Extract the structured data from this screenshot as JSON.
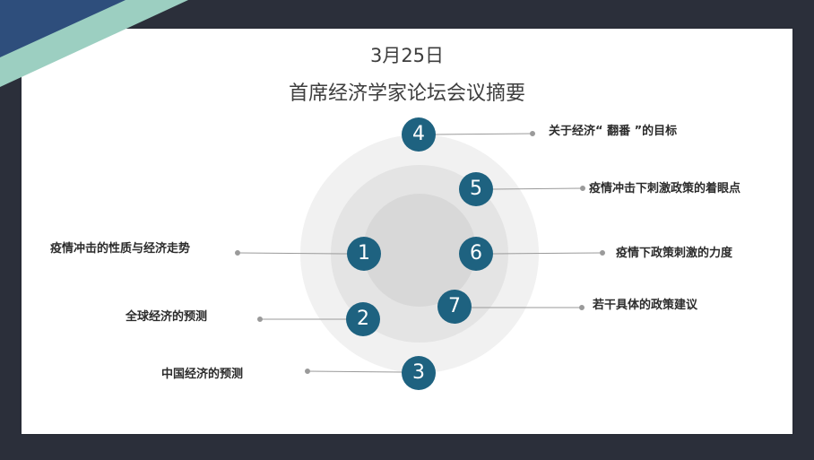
{
  "slide": {
    "date_title": "3月25日",
    "main_title": "首席经济学家论坛会议摘要"
  },
  "colors": {
    "background": "#2b2f3a",
    "accent_blue": "#1e6280",
    "stripe_navy": "#2e4e7c",
    "stripe_mint": "#9ccfc1"
  },
  "items": [
    {
      "number": "1",
      "label": "疫情冲击的性质与经济走势"
    },
    {
      "number": "2",
      "label": "全球经济的预测"
    },
    {
      "number": "3",
      "label": "中国经济的预测"
    },
    {
      "number": "4",
      "label": "关于经济“ 翻番 ”的目标"
    },
    {
      "number": "5",
      "label": "疫情冲击下刺激政策的着眼点"
    },
    {
      "number": "6",
      "label": "疫情下政策刺激的力度"
    },
    {
      "number": "7",
      "label": "若干具体的政策建议"
    }
  ]
}
